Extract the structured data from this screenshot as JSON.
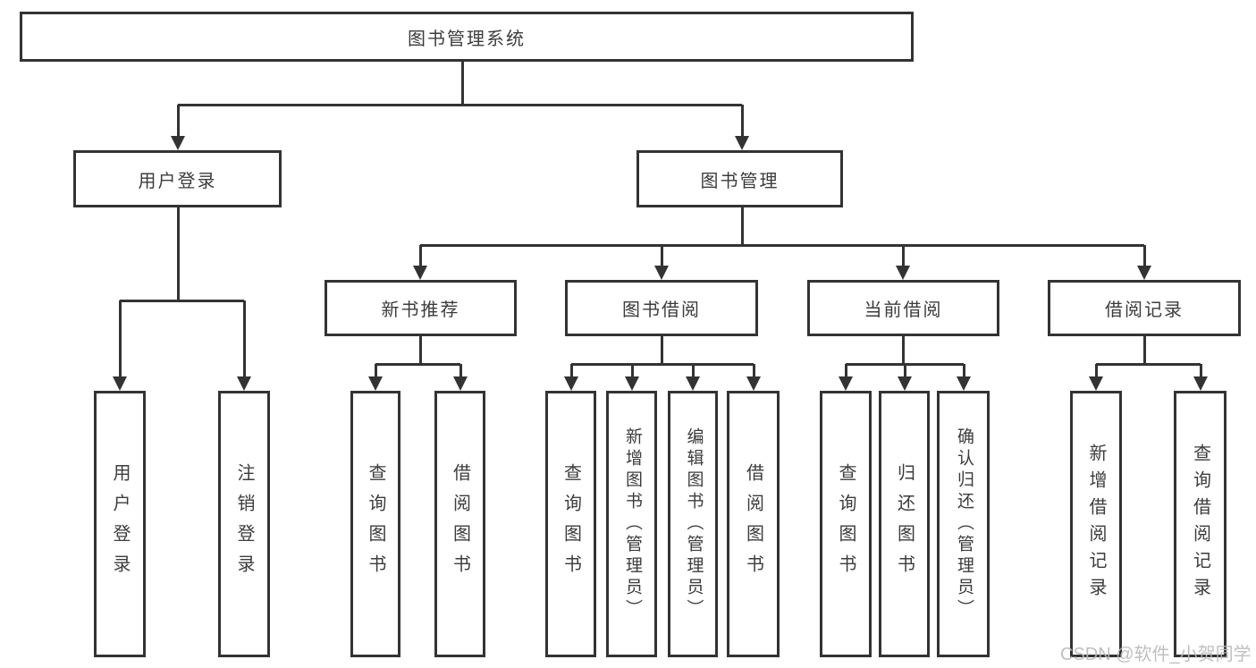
{
  "diagram": {
    "type": "hierarchy-tree",
    "title": "图书管理系统",
    "colors": {
      "line": "#333333",
      "text": "#3c3c3c",
      "background": "#ffffff",
      "watermark": "#b9b9b9"
    },
    "watermark": "CSDN @软件_小贺同学"
  },
  "boxes": {
    "root": "图书管理系统",
    "userLogin": "用户登录",
    "bookMgmt": "图书管理",
    "newBookRec": "新书推荐",
    "bookBorrow": "图书借阅",
    "currentBorrow": "当前借阅",
    "borrowRecord": "借阅记录",
    "leafUserLogin": "用户登录",
    "leafLogout": "注销登录",
    "leafNbrQuery": "查询图书",
    "leafNbrBorrow": "借阅图书",
    "leafBbQuery": "查询图书",
    "leafBbAdd": "新增图书（管理员）",
    "leafBbEdit": "编辑图书（管理员）",
    "leafBbBorrow": "借阅图书",
    "leafCbQuery": "查询图书",
    "leafCbReturn": "归还图书",
    "leafCbConfirm": "确认归还（管理员）",
    "leafBrAdd": "新增借阅记录",
    "leafBrQuery": "查询借阅记录"
  },
  "hierarchy": {
    "图书管理系统": {
      "用户登录": [
        "用户登录",
        "注销登录"
      ],
      "图书管理": {
        "新书推荐": [
          "查询图书",
          "借阅图书"
        ],
        "图书借阅": [
          "查询图书",
          "新增图书（管理员）",
          "编辑图书（管理员）",
          "借阅图书"
        ],
        "当前借阅": [
          "查询图书",
          "归还图书",
          "确认归还（管理员）"
        ],
        "借阅记录": [
          "新增借阅记录",
          "查询借阅记录"
        ]
      }
    }
  }
}
